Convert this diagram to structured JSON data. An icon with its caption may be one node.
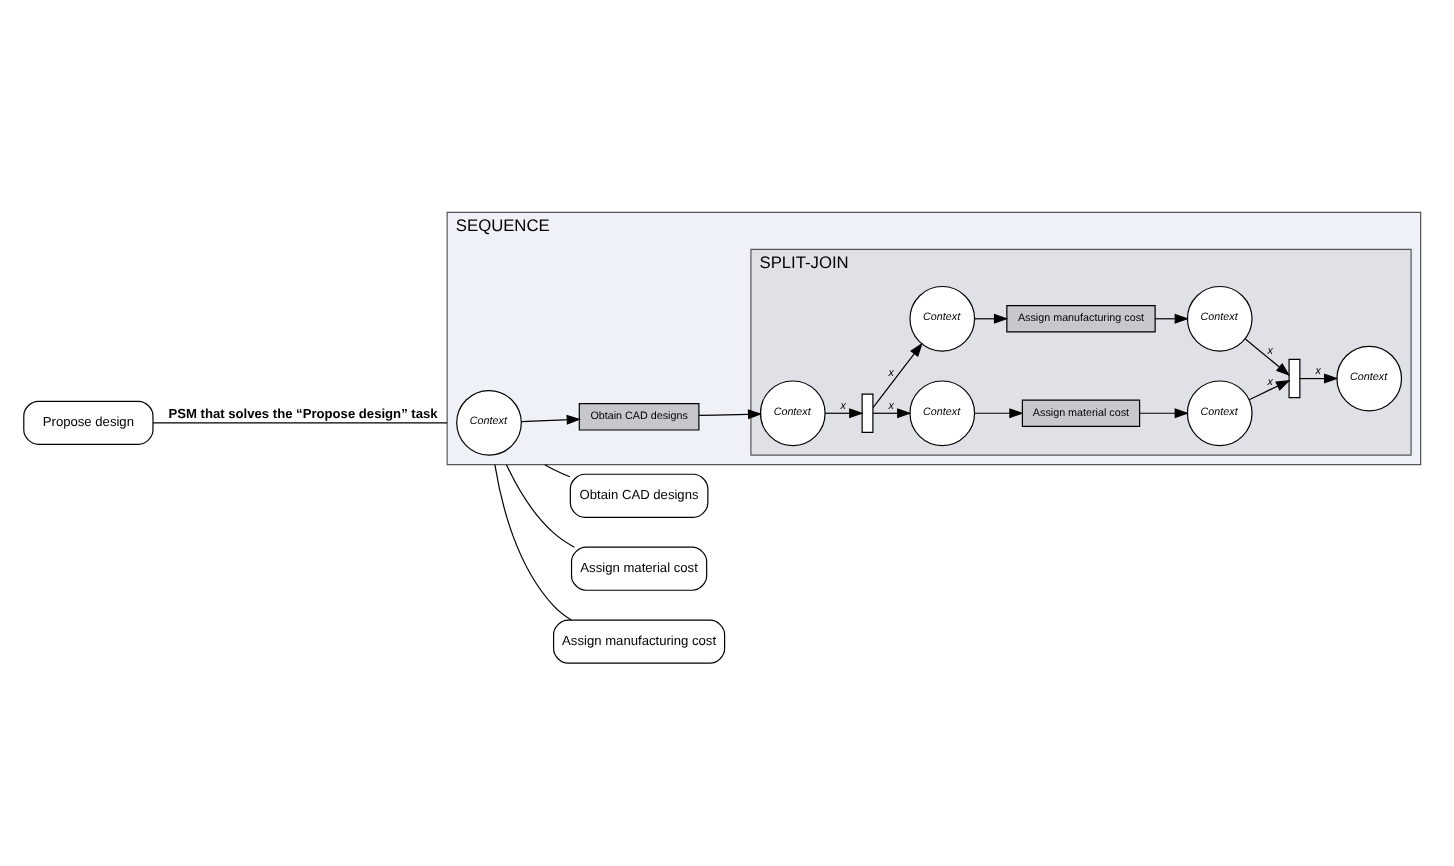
{
  "diagram": {
    "nodes": [
      {
        "text": [
          "Propose design"
        ]
      },
      {
        "text": [
          "SEQUENCE"
        ]
      },
      {
        "text": [
          "Context"
        ],
        "in": 1
      },
      {
        "text": [
          "Obtain CAD designs"
        ],
        "in": 1
      },
      {
        "text": [
          "SPLIT-JOIN"
        ],
        "in": 1
      },
      {
        "text": [
          "Context"
        ],
        "in": 4
      },
      {
        "text": [],
        "shape": "bar",
        "in": 4
      },
      {
        "text": [
          "Context"
        ],
        "in": 4
      },
      {
        "text": [
          "Assign material cost"
        ],
        "in": 4
      },
      {
        "text": [
          "Context"
        ],
        "in": 4
      },
      {
        "text": [
          "Context"
        ],
        "in": 4
      },
      {
        "text": [
          "Assign manufacturing cost"
        ],
        "in": 4
      },
      {
        "text": [
          "Context"
        ],
        "in": 4
      },
      {
        "text": [],
        "shape": "bar",
        "in": 4
      },
      {
        "text": [
          "Context"
        ],
        "in": 4
      },
      {
        "text": [
          "Obtain CAD designs"
        ]
      },
      {
        "text": [
          "Assign material cost"
        ]
      },
      {
        "text": [
          "Assign manufacturing cost"
        ]
      }
    ],
    "edges": [
      {
        "from": 0,
        "to": 1,
        "arrow": "none",
        "label": "PSM that solves the “Propose design” task"
      },
      {
        "from": 2,
        "to": 3,
        "arrow": "to"
      },
      {
        "from": 3,
        "to": 5,
        "arrow": "to"
      },
      {
        "from": 5,
        "to": 6,
        "arrow": "to",
        "label": "x"
      },
      {
        "from": 6,
        "to": 7,
        "arrow": "to",
        "label": "x"
      },
      {
        "from": 6,
        "to": 10,
        "arrow": "to",
        "label": "x"
      },
      {
        "from": 7,
        "to": 8,
        "arrow": "to"
      },
      {
        "from": 8,
        "to": 9,
        "arrow": "to"
      },
      {
        "from": 10,
        "to": 11,
        "arrow": "to"
      },
      {
        "from": 11,
        "to": 12,
        "arrow": "to"
      },
      {
        "from": 9,
        "to": 13,
        "arrow": "to",
        "label": "x"
      },
      {
        "from": 12,
        "to": 13,
        "arrow": "to",
        "label": "x"
      },
      {
        "from": 13,
        "to": 14,
        "arrow": "to",
        "label": "x"
      },
      {
        "from": 1,
        "to": 15,
        "arrow": "none"
      },
      {
        "from": 1,
        "to": 16,
        "arrow": "none"
      },
      {
        "from": 1,
        "to": 17,
        "arrow": "none"
      }
    ]
  }
}
